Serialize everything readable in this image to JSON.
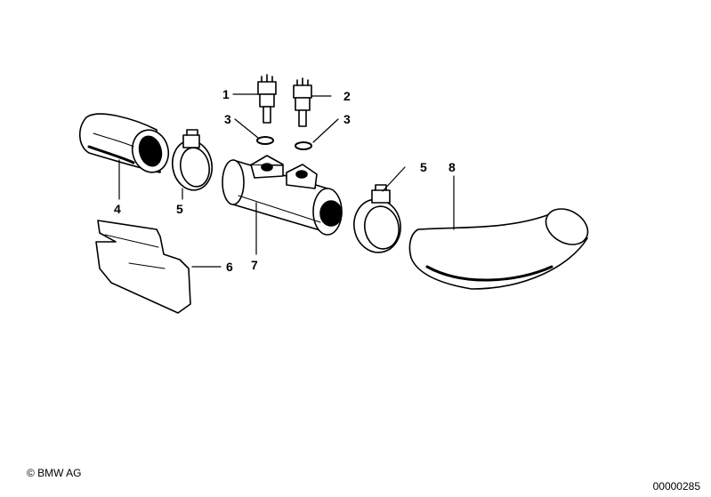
{
  "callouts": {
    "c1": "1",
    "c2": "2",
    "c3a": "3",
    "c3b": "3",
    "c4": "4",
    "c5a": "5",
    "c5b": "5",
    "c6": "6",
    "c7": "7",
    "c8": "8"
  },
  "footer": {
    "copyright": "© BMW AG",
    "doc_number": "00000285"
  }
}
